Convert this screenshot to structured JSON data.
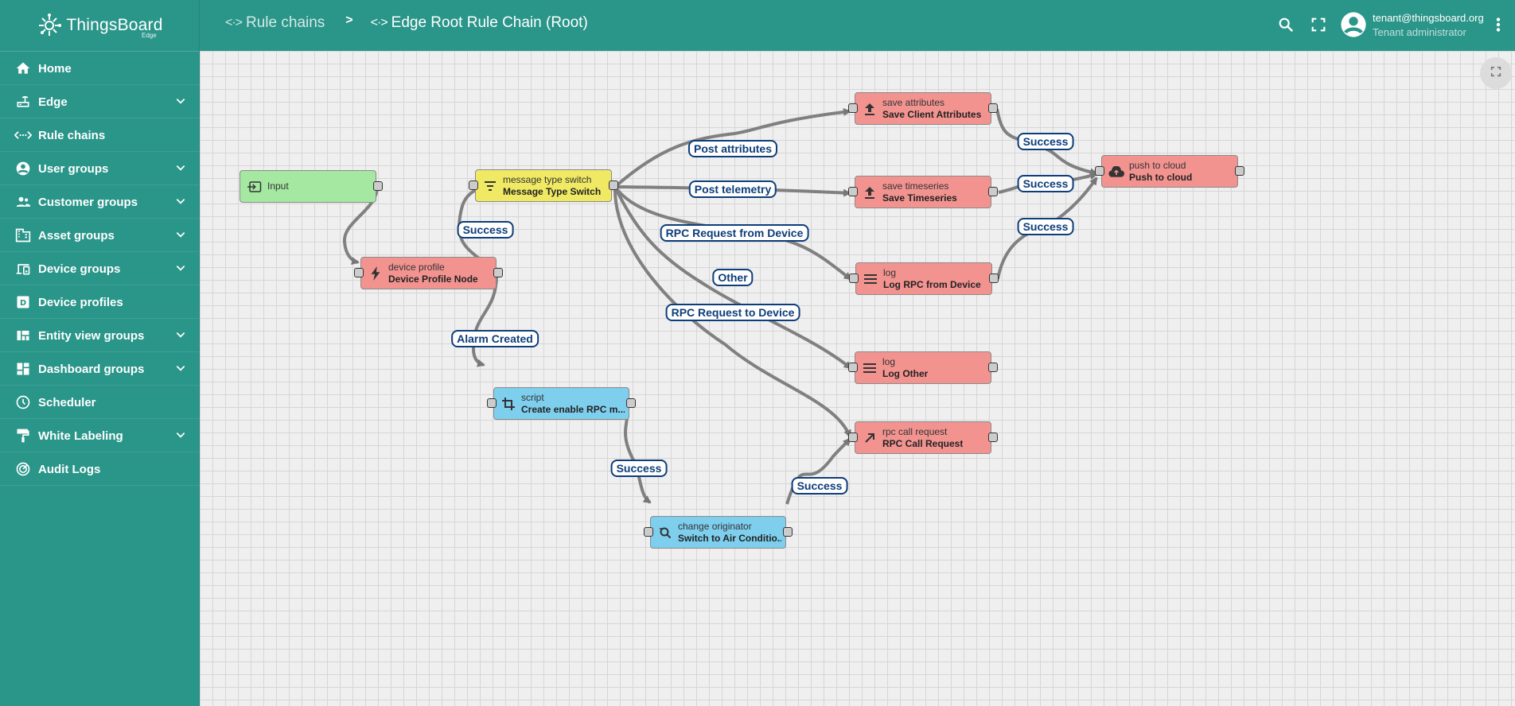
{
  "app": {
    "brand": "ThingsBoard",
    "edition": "Edge"
  },
  "sidebar": {
    "items": [
      {
        "label": "Home",
        "icon": "home-icon",
        "chevron": false
      },
      {
        "label": "Edge",
        "icon": "router-icon",
        "chevron": true
      },
      {
        "label": "Rule chains",
        "icon": "rule-chain-icon",
        "chevron": false
      },
      {
        "label": "User groups",
        "icon": "account-circle-icon",
        "chevron": true
      },
      {
        "label": "Customer groups",
        "icon": "supervisor-account-icon",
        "chevron": true
      },
      {
        "label": "Asset groups",
        "icon": "domain-icon",
        "chevron": true
      },
      {
        "label": "Device groups",
        "icon": "devices-other-icon",
        "chevron": true
      },
      {
        "label": "Device profiles",
        "icon": "device-profile-icon",
        "chevron": false
      },
      {
        "label": "Entity view groups",
        "icon": "view-quilt-icon",
        "chevron": true
      },
      {
        "label": "Dashboard groups",
        "icon": "dashboard-icon",
        "chevron": true
      },
      {
        "label": "Scheduler",
        "icon": "schedule-icon",
        "chevron": false
      },
      {
        "label": "White Labeling",
        "icon": "format-paint-icon",
        "chevron": true
      },
      {
        "label": "Audit Logs",
        "icon": "track-changes-icon",
        "chevron": false
      }
    ]
  },
  "breadcrumb": {
    "parent": "Rule chains",
    "separator": ">",
    "current": "Edge Root Rule Chain (Root)"
  },
  "user": {
    "email": "tenant@thingsboard.org",
    "role": "Tenant administrator"
  },
  "nodes": {
    "input": {
      "title": "Input"
    },
    "device_profile": {
      "type": "device profile",
      "name": "Device Profile Node"
    },
    "msg_switch": {
      "type": "message type switch",
      "name": "Message Type Switch"
    },
    "save_attr": {
      "type": "save attributes",
      "name": "Save Client Attributes"
    },
    "save_ts": {
      "type": "save timeseries",
      "name": "Save Timeseries"
    },
    "log_rpc": {
      "type": "log",
      "name": "Log RPC from Device"
    },
    "log_other": {
      "type": "log",
      "name": "Log Other"
    },
    "rpc_call": {
      "type": "rpc call request",
      "name": "RPC Call Request"
    },
    "push_cloud": {
      "type": "push to cloud",
      "name": "Push to cloud"
    },
    "script": {
      "type": "script",
      "name": "Create enable RPC m..."
    },
    "change_orig": {
      "type": "change originator",
      "name": "Switch to Air Conditio..."
    }
  },
  "link_labels": {
    "post_attributes": "Post attributes",
    "post_telemetry": "Post telemetry",
    "rpc_from_device": "RPC Request from Device",
    "other": "Other",
    "rpc_to_device": "RPC Request to Device",
    "success_profile": "Success",
    "alarm_created": "Alarm Created",
    "success_script": "Success",
    "success_change": "Success",
    "success_attr": "Success",
    "success_ts": "Success",
    "success_log": "Success"
  },
  "colors": {
    "sidebar": "#2a9589",
    "node_red": "#f29390",
    "node_green": "#a5e8a2",
    "node_yellow": "#f0e964",
    "node_blue": "#7ecfee",
    "label_border": "#0d3d7a"
  }
}
